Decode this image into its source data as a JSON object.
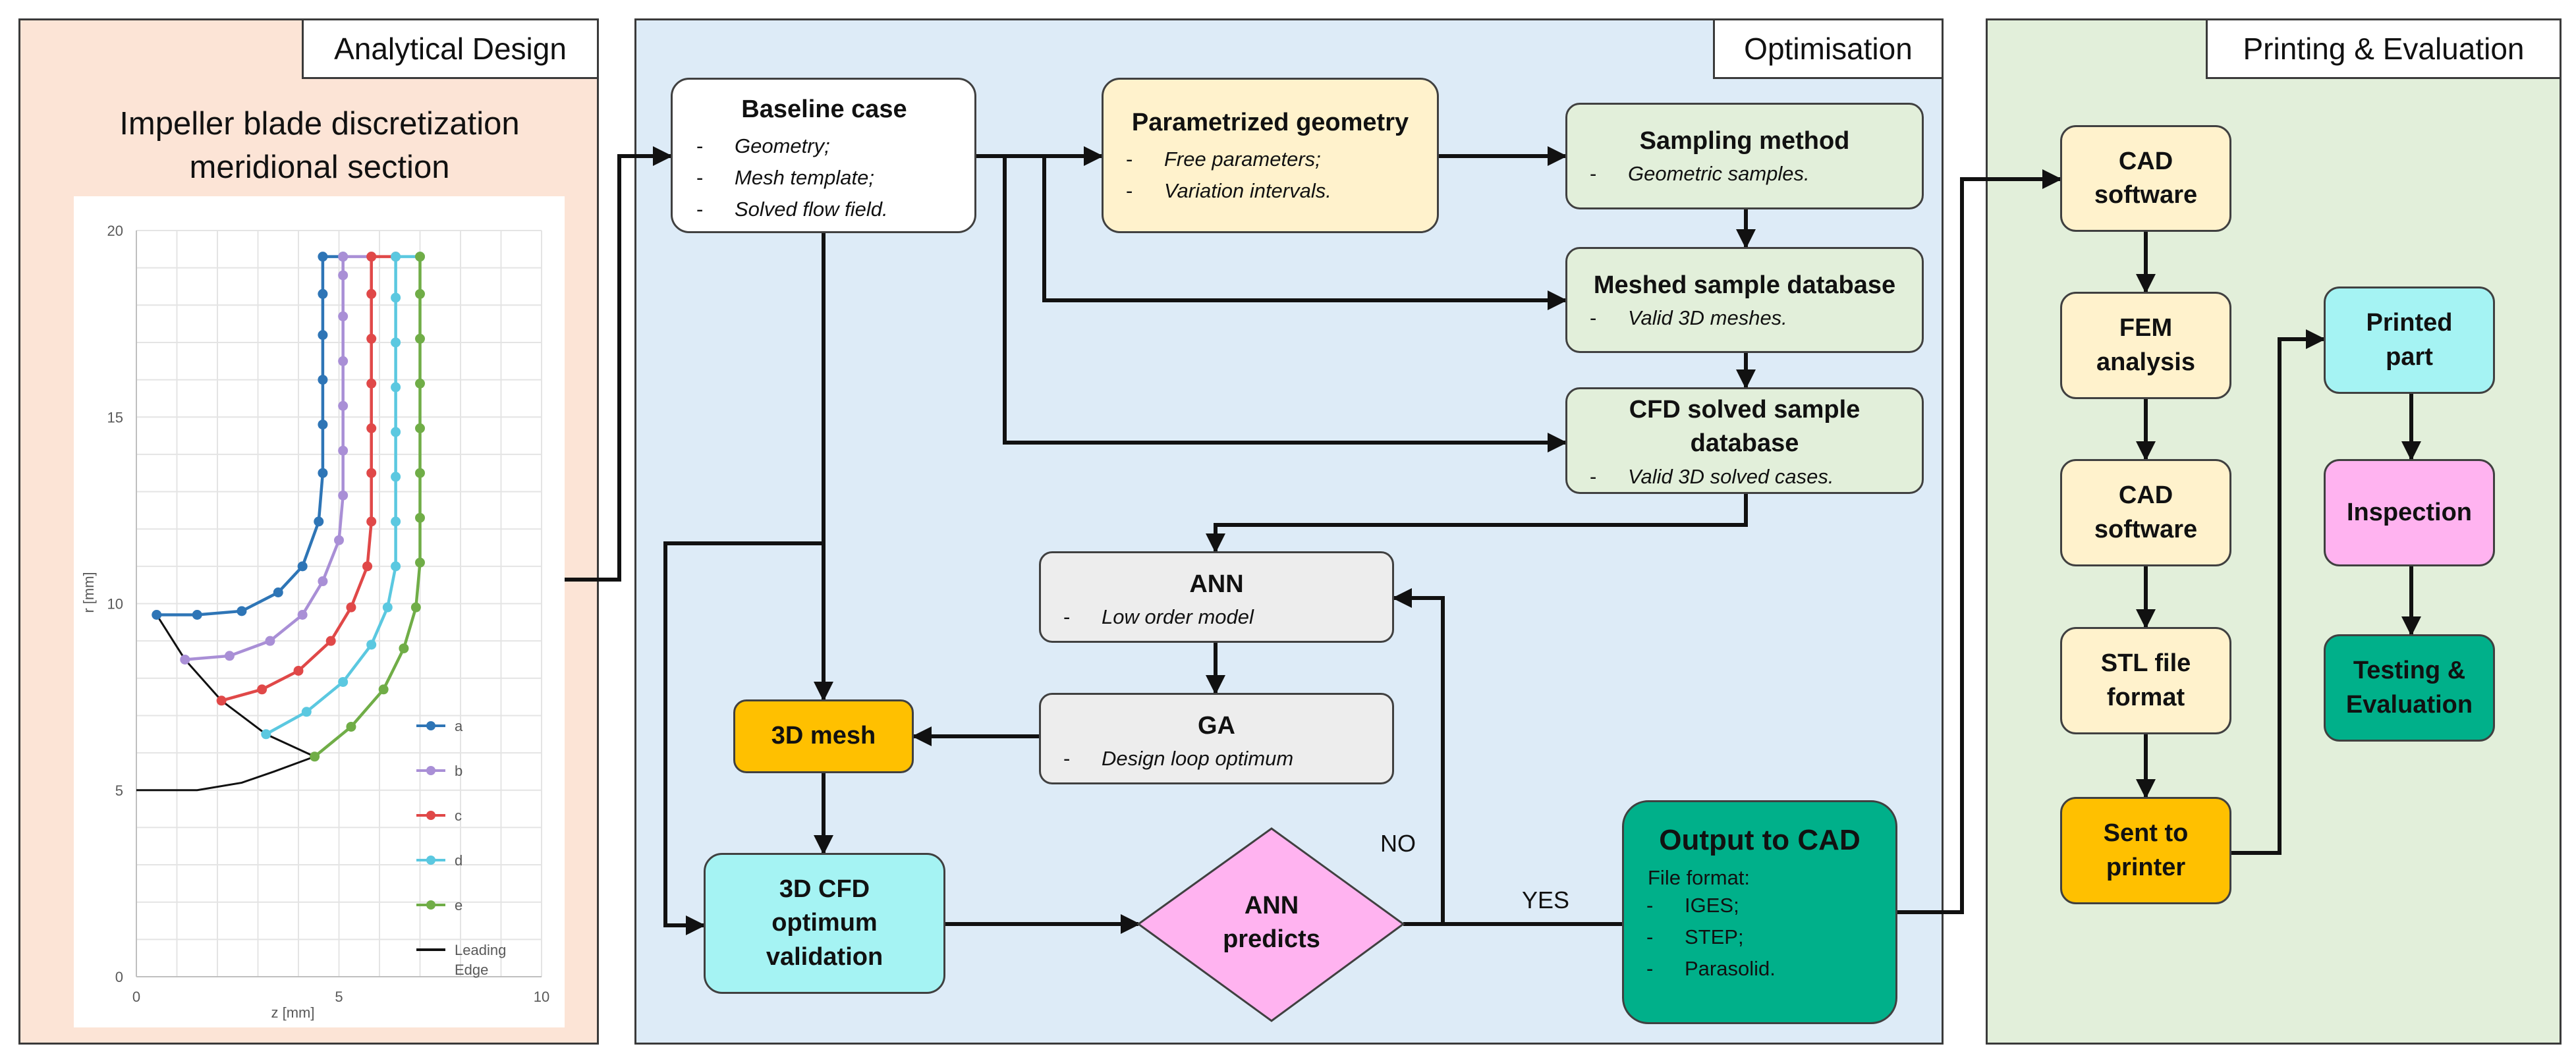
{
  "panels": {
    "analytical": {
      "title": "Analytical Design"
    },
    "optimisation": {
      "title": "Optimisation"
    },
    "printing": {
      "title": "Printing & Evaluation"
    }
  },
  "colors": {
    "analytical_bg": "#fce4d6",
    "optimisation_bg": "#ddebf7",
    "printing_bg": "#e2efda",
    "white_box": "#ffffff",
    "yellow_box": "#fff2cc",
    "green_box": "#e2efda",
    "grey_box": "#ededed",
    "orange_box": "#ffc000",
    "cyan_box": "#a5f3f3",
    "pink_box": "#ffb3f0",
    "teal_box": "#00b08a"
  },
  "chart_data": {
    "type": "scatter",
    "title": "Impeller blade discretization meridional section",
    "xlabel": "z [mm]",
    "ylabel": "r [mm]",
    "xlim": [
      0,
      10
    ],
    "ylim": [
      0,
      20
    ],
    "xticks": [
      "0",
      "5",
      "10"
    ],
    "yticks": [
      "0",
      "5",
      "10",
      "15",
      "20"
    ],
    "grid": true,
    "legend_position": "right",
    "series": [
      {
        "name": "a",
        "color": "#2e75b6",
        "points": [
          [
            0.5,
            9.7
          ],
          [
            1.5,
            9.7
          ],
          [
            2.6,
            9.8
          ],
          [
            3.5,
            10.3
          ],
          [
            4.1,
            11.0
          ],
          [
            4.5,
            12.2
          ],
          [
            4.6,
            13.5
          ],
          [
            4.6,
            14.8
          ],
          [
            4.6,
            16.0
          ],
          [
            4.6,
            17.2
          ],
          [
            4.6,
            18.3
          ],
          [
            4.6,
            19.3
          ],
          [
            5.1,
            19.3
          ]
        ]
      },
      {
        "name": "b",
        "color": "#a98fd6",
        "points": [
          [
            1.2,
            8.5
          ],
          [
            2.3,
            8.6
          ],
          [
            3.3,
            9.0
          ],
          [
            4.1,
            9.7
          ],
          [
            4.6,
            10.6
          ],
          [
            5.0,
            11.7
          ],
          [
            5.1,
            12.9
          ],
          [
            5.1,
            14.1
          ],
          [
            5.1,
            15.3
          ],
          [
            5.1,
            16.5
          ],
          [
            5.1,
            17.7
          ],
          [
            5.1,
            18.8
          ],
          [
            5.1,
            19.3
          ],
          [
            5.8,
            19.3
          ]
        ]
      },
      {
        "name": "c",
        "color": "#e04848",
        "points": [
          [
            2.1,
            7.4
          ],
          [
            3.1,
            7.7
          ],
          [
            4.0,
            8.2
          ],
          [
            4.8,
            9.0
          ],
          [
            5.3,
            9.9
          ],
          [
            5.7,
            11.0
          ],
          [
            5.8,
            12.2
          ],
          [
            5.8,
            13.5
          ],
          [
            5.8,
            14.7
          ],
          [
            5.8,
            15.9
          ],
          [
            5.8,
            17.1
          ],
          [
            5.8,
            18.3
          ],
          [
            5.8,
            19.3
          ],
          [
            6.4,
            19.3
          ]
        ]
      },
      {
        "name": "d",
        "color": "#5bc8e0",
        "points": [
          [
            3.2,
            6.5
          ],
          [
            4.2,
            7.1
          ],
          [
            5.1,
            7.9
          ],
          [
            5.8,
            8.9
          ],
          [
            6.2,
            9.9
          ],
          [
            6.4,
            11.0
          ],
          [
            6.4,
            12.2
          ],
          [
            6.4,
            13.4
          ],
          [
            6.4,
            14.6
          ],
          [
            6.4,
            15.8
          ],
          [
            6.4,
            17.0
          ],
          [
            6.4,
            18.2
          ],
          [
            6.4,
            19.3
          ],
          [
            7.0,
            19.3
          ]
        ]
      },
      {
        "name": "e",
        "color": "#70ad47",
        "points": [
          [
            4.4,
            5.9
          ],
          [
            5.3,
            6.7
          ],
          [
            6.1,
            7.7
          ],
          [
            6.6,
            8.8
          ],
          [
            6.9,
            9.9
          ],
          [
            7.0,
            11.1
          ],
          [
            7.0,
            12.3
          ],
          [
            7.0,
            13.5
          ],
          [
            7.0,
            14.7
          ],
          [
            7.0,
            15.9
          ],
          [
            7.0,
            17.1
          ],
          [
            7.0,
            18.3
          ],
          [
            7.0,
            19.3
          ]
        ]
      }
    ],
    "leading_edge": {
      "name": "Leading Edge",
      "color": "#111111",
      "points": [
        [
          0,
          5.0
        ],
        [
          1.5,
          5.0
        ],
        [
          2.6,
          5.2
        ],
        [
          3.4,
          5.5
        ],
        [
          4.4,
          5.9
        ],
        [
          3.2,
          6.5
        ],
        [
          2.1,
          7.4
        ],
        [
          1.2,
          8.5
        ],
        [
          0.5,
          9.7
        ]
      ]
    }
  },
  "nodes": {
    "baseline": {
      "title": "Baseline case",
      "items": [
        "Geometry;",
        "Mesh template;",
        "Solved flow field."
      ]
    },
    "param_geom": {
      "title": "Parametrized geometry",
      "items": [
        "Free parameters;",
        "Variation intervals."
      ]
    },
    "sampling": {
      "title": "Sampling method",
      "items": [
        "Geometric samples."
      ]
    },
    "meshed_db": {
      "title": "Meshed sample database",
      "items": [
        "Valid 3D meshes."
      ]
    },
    "cfd_db": {
      "title_line1": "CFD solved sample",
      "title_line2": "database",
      "items": [
        "Valid 3D solved cases."
      ]
    },
    "ann": {
      "title": "ANN",
      "items": [
        "Low order model"
      ]
    },
    "ga": {
      "title": "GA",
      "items": [
        "Design loop optimum"
      ]
    },
    "mesh3d": {
      "title": "3D mesh"
    },
    "cfd_opt": {
      "line1": "3D CFD",
      "line2": "optimum",
      "line3": "validation"
    },
    "ann_predicts": {
      "line1": "ANN",
      "line2": "predicts"
    },
    "output_cad": {
      "title": "Output to CAD",
      "subtitle": "File format:",
      "items": [
        "IGES;",
        "STEP;",
        "Parasolid."
      ]
    },
    "cad1": {
      "line1": "CAD",
      "line2": "software"
    },
    "fem": {
      "line1": "FEM",
      "line2": "analysis"
    },
    "cad2": {
      "line1": "CAD",
      "line2": "software"
    },
    "stl": {
      "line1": "STL file",
      "line2": "format"
    },
    "sent": {
      "line1": "Sent to",
      "line2": "printer"
    },
    "printed": {
      "line1": "Printed",
      "line2": "part"
    },
    "inspection": {
      "title": "Inspection"
    },
    "testing": {
      "line1": "Testing &",
      "line2": "Evaluation"
    }
  },
  "edge_labels": {
    "no": "NO",
    "yes": "YES"
  }
}
